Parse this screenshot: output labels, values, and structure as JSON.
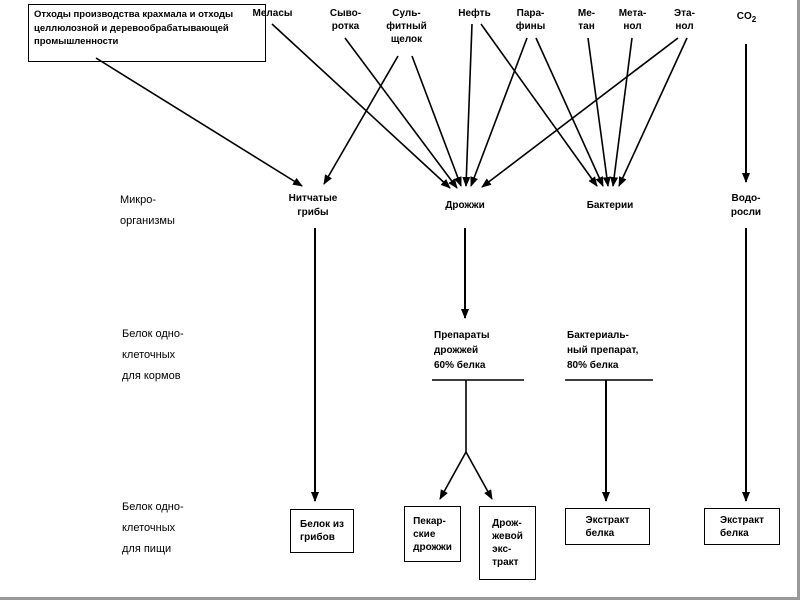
{
  "colors": {
    "ink": "#000000",
    "background": "#ffffff",
    "frame": "#9a9a9a"
  },
  "sources": {
    "waste": "Отходы производства крахмала и отходы\nцеллюлозной и деревообрабатывающей\nпромышленности",
    "melassy": "Меласы",
    "syvorotka": "Сыво-\nротка",
    "sulfit": "Суль-\nфитный\nщелок",
    "neft": "Нефть",
    "parafiny": "Пара-\nфины",
    "metan": "Ме-\nтан",
    "metanol": "Мета-\nнол",
    "etanol": "Эта-\nнол",
    "co2": "CO",
    "co2_sub": "2"
  },
  "row_labels": {
    "microorganisms": "Микро-\nорганизмы",
    "feed_protein": "Белок одно-\nклеточных\nдля кормов",
    "food_protein": "Белок одно-\nклеточных\nдля пищи"
  },
  "microorganisms": {
    "fungi": "Нитчатые\nгрибы",
    "yeast": "Дрожжи",
    "bacteria": "Бактерии",
    "algae": "Водо-\nросли"
  },
  "feed_products": {
    "yeast_prep": "Препараты\nдрожжей\n60% белка",
    "bacteria_prep": "Бактериаль-\nный препарат,\n80% белка"
  },
  "food_products": {
    "fungi_protein": "Белок из\nгрибов",
    "baker_yeast": "Пекар-\nские\nдрожжи",
    "yeast_extract": "Дрож-\nжевой\nэкс-\nтракт",
    "bacteria_extract": "Экстракт\nбелка",
    "algae_extract": "Экстракт\nбелка"
  }
}
